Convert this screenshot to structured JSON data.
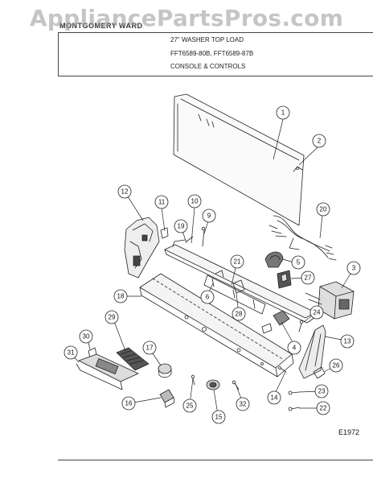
{
  "watermark": "AppliancePartsPros.com",
  "header": {
    "brand": "MONTGOMERY WARD",
    "product": "27\" WASHER TOP LOAD",
    "models": "FFT6589-80B,  FFT6589-87B",
    "section": "CONSOLE & CONTROLS"
  },
  "diagram_code": "E1972",
  "callouts": [
    "1",
    "2",
    "3",
    "4",
    "5",
    "6",
    "9",
    "10",
    "11",
    "12",
    "13",
    "14",
    "15",
    "16",
    "17",
    "18",
    "19",
    "20",
    "21",
    "22",
    "23",
    "24",
    "25",
    "26",
    "27",
    "28",
    "29",
    "30",
    "31",
    "32"
  ]
}
